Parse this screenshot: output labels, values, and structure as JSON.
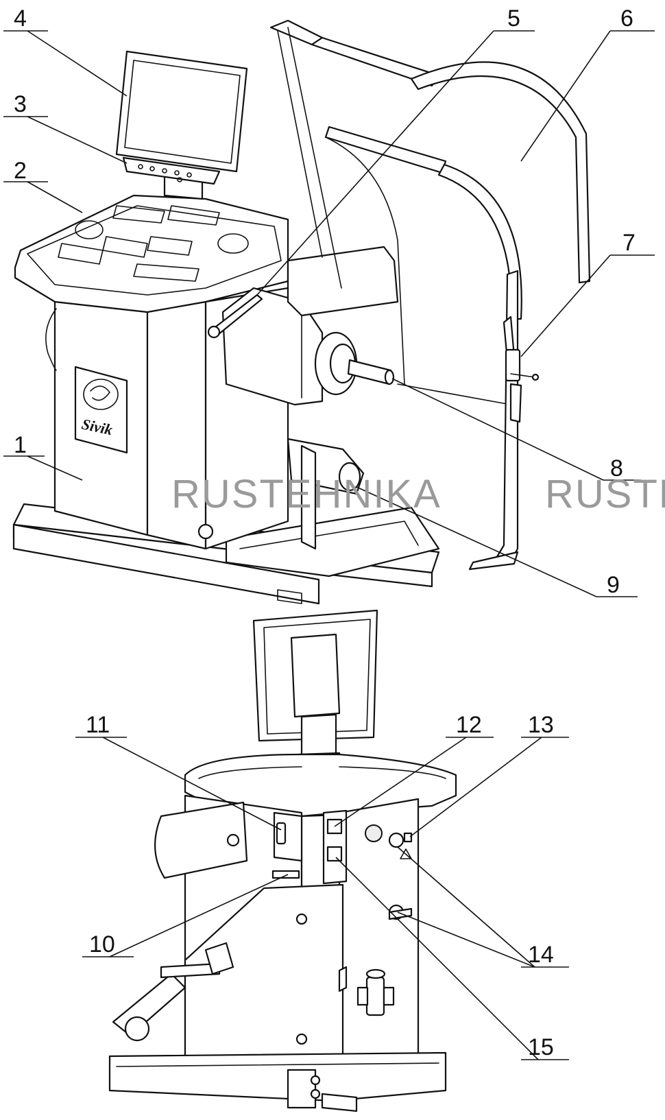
{
  "watermark": {
    "text": "RUSTEHNIKA"
  },
  "logo": {
    "brand": "Sivik"
  },
  "callouts": {
    "c1": "1",
    "c2": "2",
    "c3": "3",
    "c4": "4",
    "c5": "5",
    "c6": "6",
    "c7": "7",
    "c8": "8",
    "c9": "9",
    "c10": "10",
    "c11": "11",
    "c12": "12",
    "c13": "13",
    "c14": "14",
    "c15": "15"
  }
}
